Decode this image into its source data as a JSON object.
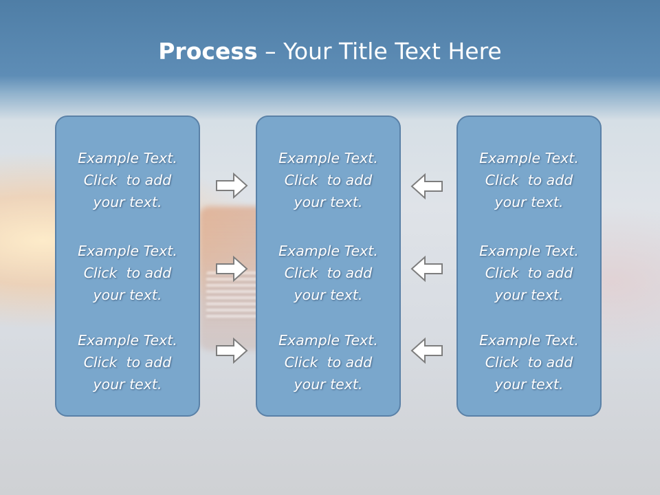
{
  "title": {
    "bold": "Process",
    "rest": " – Your Title Text Here"
  },
  "columns": [
    {
      "blocks": [
        {
          "lines": [
            "Example Text.",
            "Click  to add",
            "your text."
          ]
        },
        {
          "lines": [
            "Example Text.",
            "Click  to add",
            "your text."
          ]
        },
        {
          "lines": [
            "Example Text.",
            "Click  to add",
            "your text."
          ]
        }
      ]
    },
    {
      "blocks": [
        {
          "lines": [
            "Example Text.",
            "Click  to add",
            "your text."
          ]
        },
        {
          "lines": [
            "Example Text.",
            "Click  to add",
            "your text."
          ]
        },
        {
          "lines": [
            "Example Text.",
            "Click  to add",
            "your text."
          ]
        }
      ]
    },
    {
      "blocks": [
        {
          "lines": [
            "Example Text.",
            "Click  to add",
            "your text."
          ]
        },
        {
          "lines": [
            "Example Text.",
            "Click  to add",
            "your text."
          ]
        },
        {
          "lines": [
            "Example Text.",
            "Click  to add",
            "your text."
          ]
        }
      ]
    }
  ],
  "arrows": {
    "left_group": {
      "direction": "right",
      "count": 3,
      "icon": "arrow-right-icon"
    },
    "right_group": {
      "direction": "left",
      "count": 3,
      "icon": "arrow-left-icon"
    }
  },
  "colors": {
    "box_fill": "#7aa7cc",
    "box_border": "#5a81a7",
    "arrow_fill": "#ffffff",
    "arrow_stroke": "#7d7d7d",
    "title_text": "#ffffff"
  }
}
